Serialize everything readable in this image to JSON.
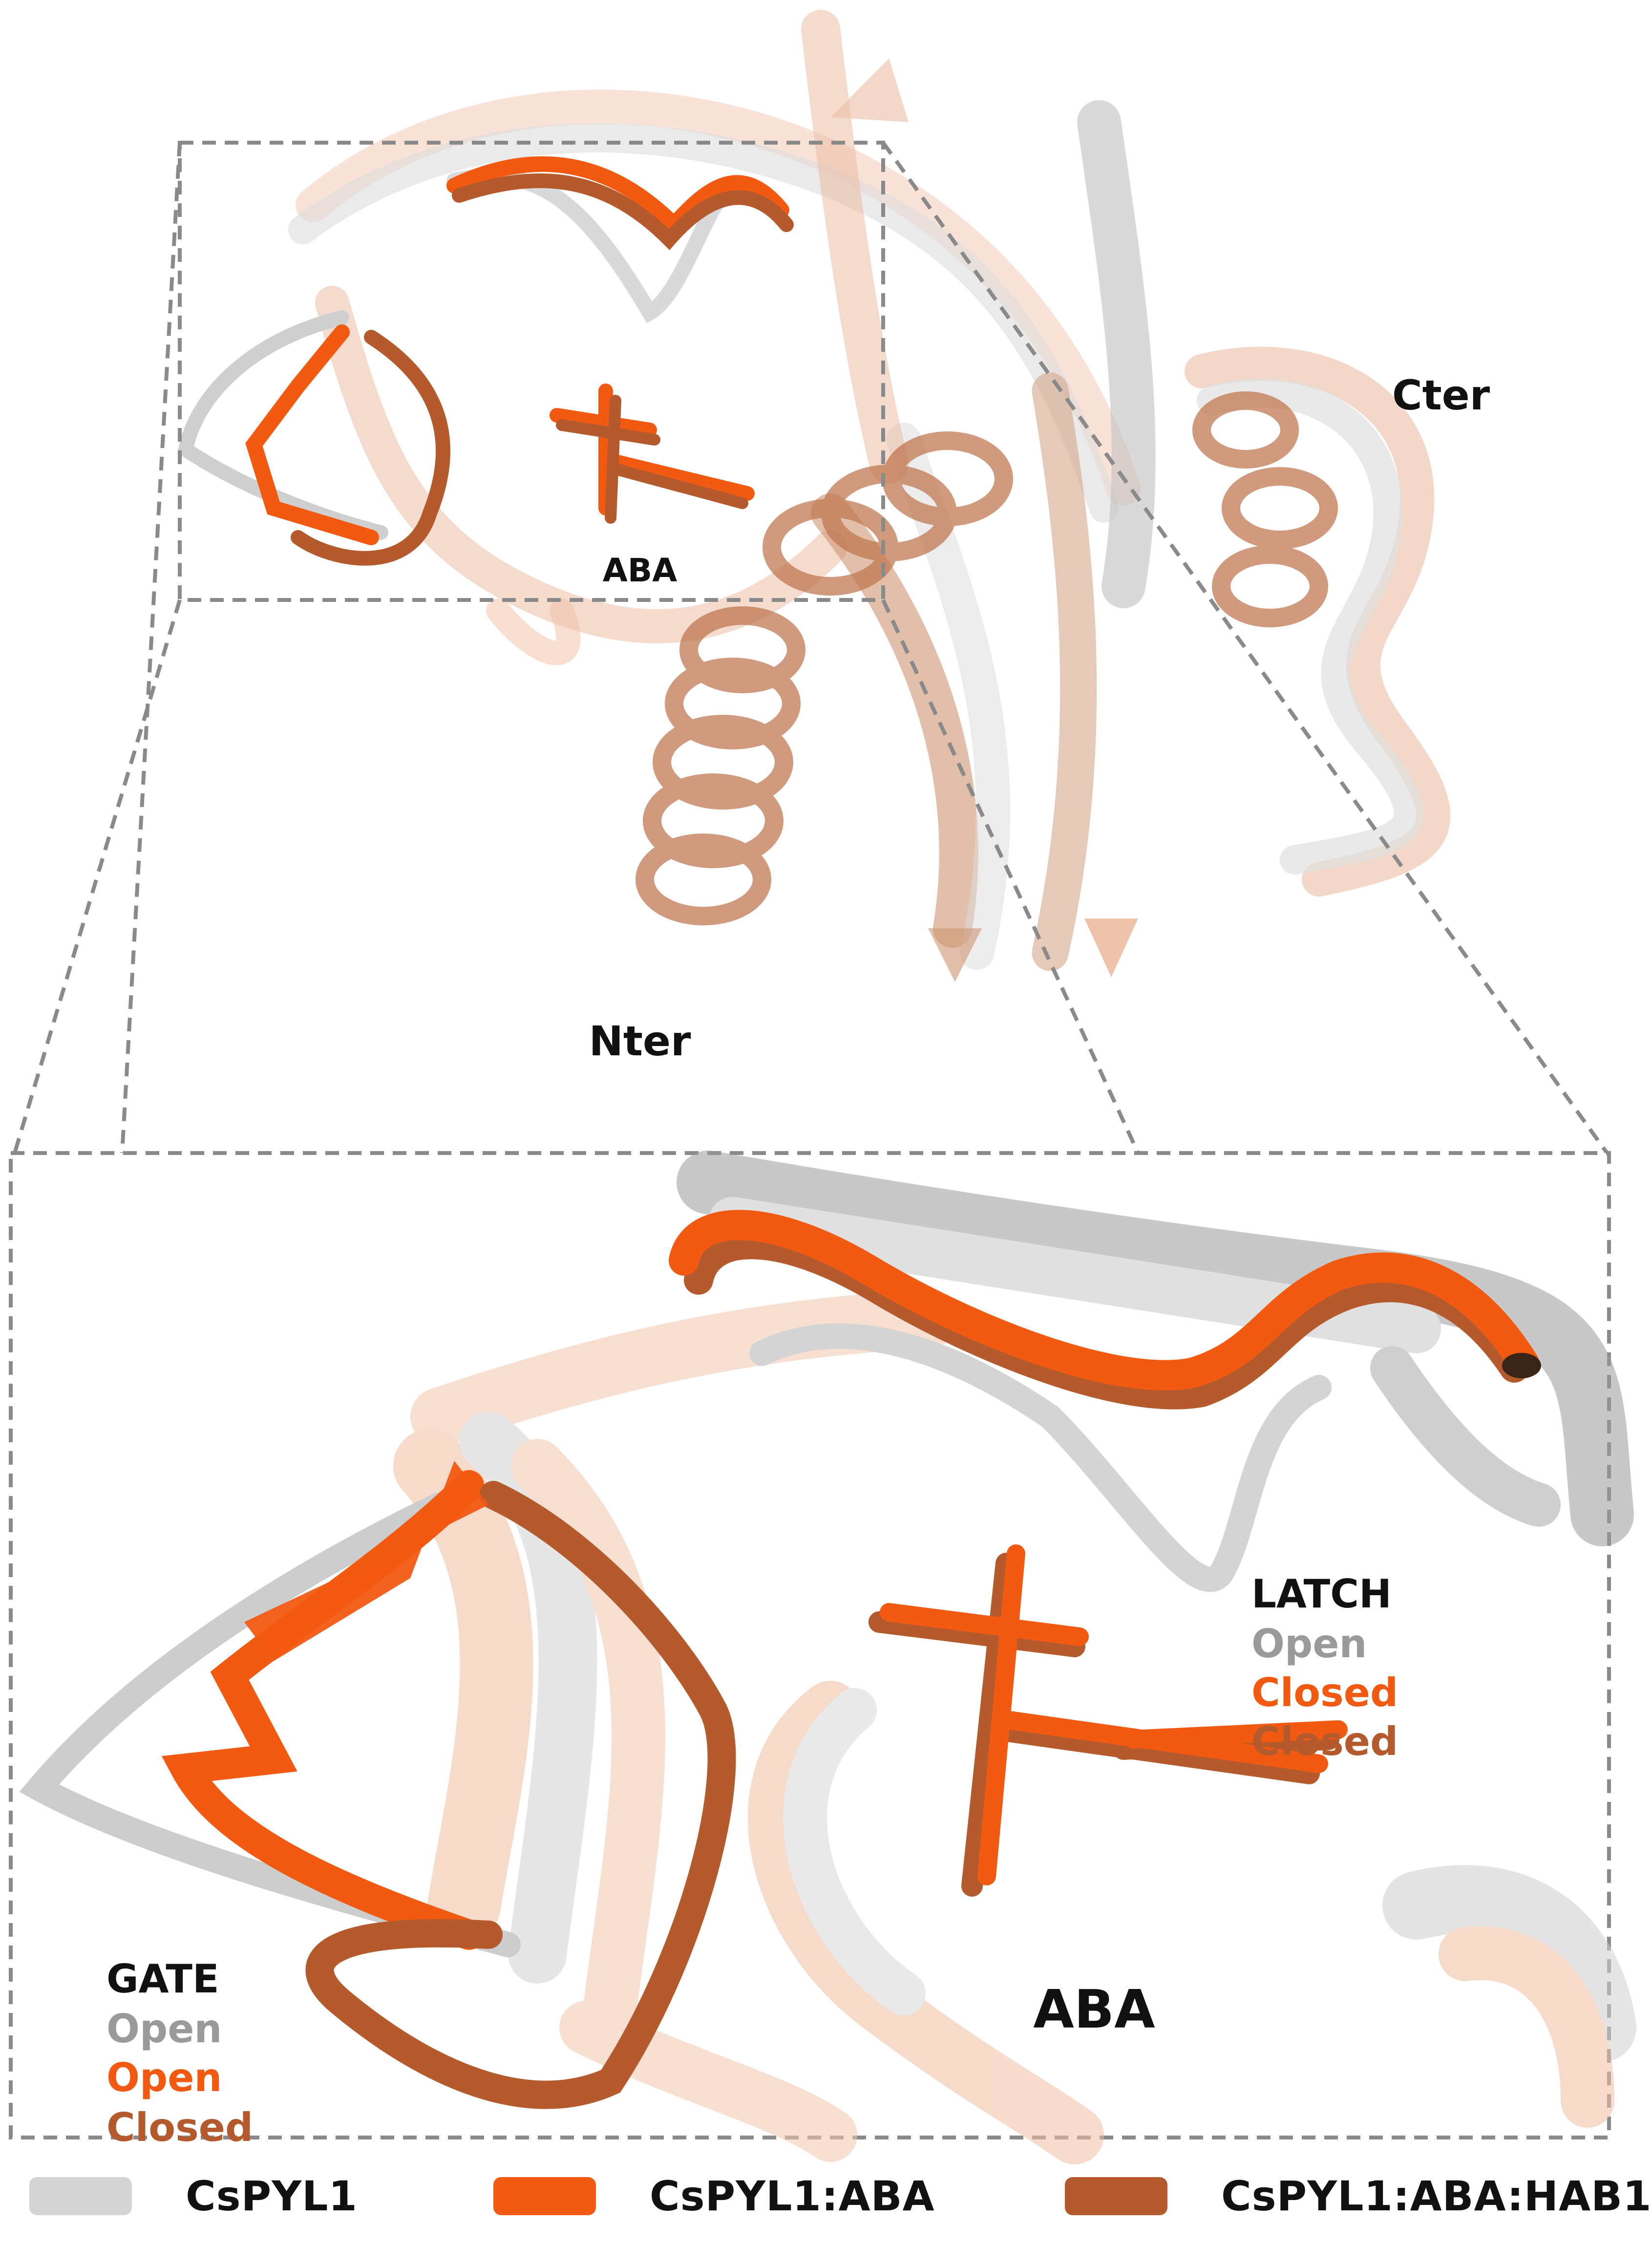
{
  "colors": {
    "apo": "#d4d4d4",
    "aba": "#f25a12",
    "aba_hab1": "#b45a2c",
    "dash": "#8a8a8a",
    "ribbon_light": "#f2c6ae"
  },
  "overview": {
    "ligand_label": "ABA",
    "c_terminus_label": "Cter",
    "n_terminus_label": "Nter"
  },
  "zoom": {
    "ligand_label": "ABA",
    "latch": {
      "title": "LATCH",
      "states": [
        "Open",
        "Closed",
        "Closed"
      ]
    },
    "gate": {
      "title": "GATE",
      "states": [
        "Open",
        "Open",
        "Closed"
      ]
    }
  },
  "legend": [
    {
      "label": "CsPYL1",
      "color": "#d4d4d4"
    },
    {
      "label": "CsPYL1:ABA",
      "color": "#f25a12"
    },
    {
      "label": "CsPYL1:ABA:HAB1",
      "color": "#b45a2c"
    }
  ]
}
